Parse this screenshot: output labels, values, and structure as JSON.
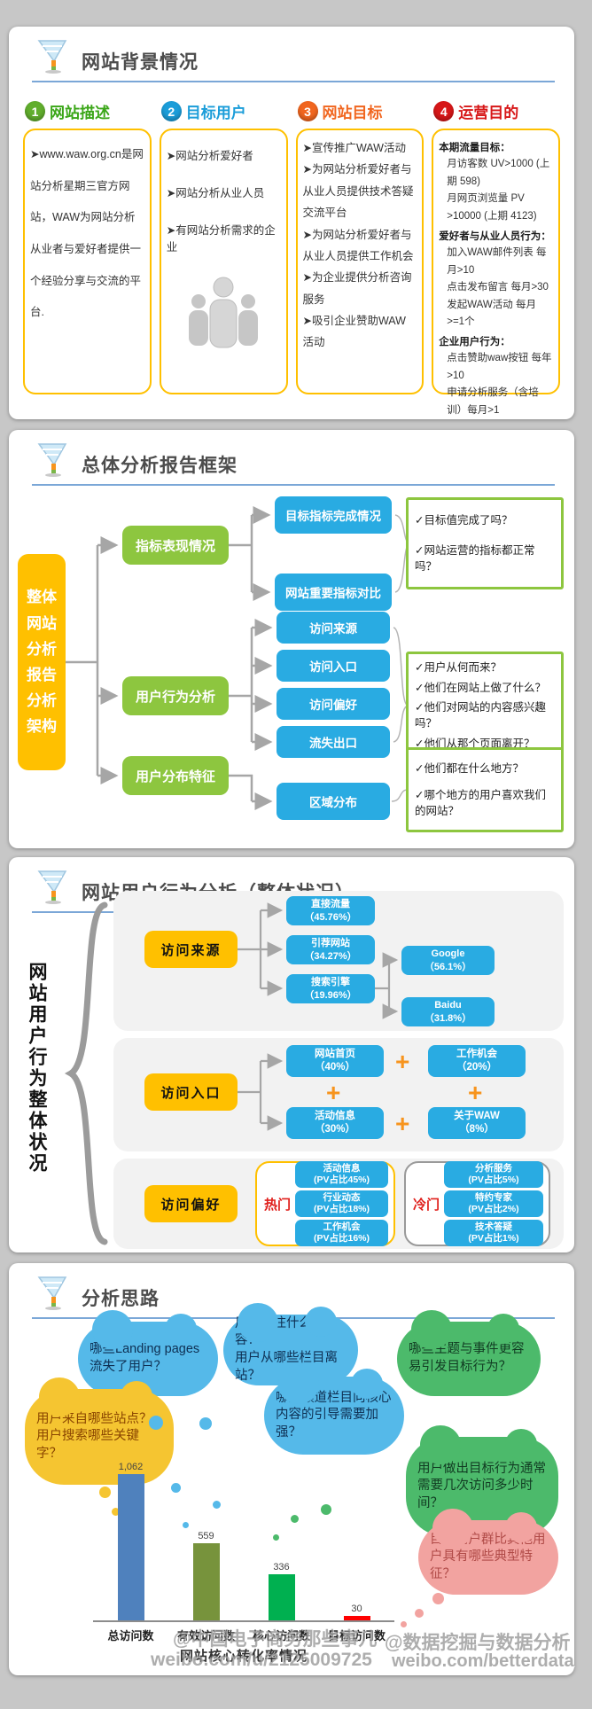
{
  "colors": {
    "accent_yellow": "#ffc000",
    "accent_green": "#8dc63f",
    "accent_blue": "#29abe2",
    "header_underline": "#7ba7d7",
    "page_bg": "#c7c7c7",
    "hot_cold_red": "#e0201c",
    "plus_orange": "#f7941d"
  },
  "s1": {
    "title": "网站背景情况",
    "columns": [
      {
        "num": "1",
        "title": "网站描述",
        "desc": "➤www.waw.org.cn是网站分析星期三官方网站，WAW为网站分析从业者与爱好者提供一个经验分享与交流的平台."
      },
      {
        "num": "2",
        "title": "目标用户",
        "items": [
          "➤网站分析爱好者",
          "➤网站分析从业人员",
          "➤有网站分析需求的企业"
        ]
      },
      {
        "num": "3",
        "title": "网站目标",
        "items": [
          "➤宣传推广WAW活动",
          "➤为网站分析爱好者与从业人员提供技术答疑交流平台",
          "➤为网站分析爱好者与从业人员提供工作机会",
          "➤为企业提供分析咨询服务",
          "➤吸引企业赞助WAW活动"
        ]
      },
      {
        "num": "4",
        "title": "运营目的",
        "groups": [
          {
            "h": "本期流量目标：",
            "lines": [
              "月访客数 UV>1000 (上期 598)",
              "月网页浏览量 PV >10000 (上期 4123)"
            ]
          },
          {
            "h": "爱好者与从业人员行为：",
            "lines": [
              "加入WAW邮件列表 每月>10",
              "点击发布留言 每月>30",
              "发起WAW活动 每月>=1个"
            ]
          },
          {
            "h": "企业用户行为：",
            "lines": [
              "点击赞助waw按钮 每年>10",
              "申请分析服务（含培训）每月>1"
            ]
          }
        ]
      }
    ]
  },
  "s2": {
    "title": "总体分析报告框架",
    "root": "整体\n网站\n分析\n报告\n分析\n架构",
    "branches": [
      {
        "label": "指标表现情况",
        "children": [
          "目标指标完成情况",
          "网站重要指标对比"
        ],
        "questions": [
          "✓目标值完成了吗？",
          "✓网站运营的指标都正常吗？"
        ]
      },
      {
        "label": "用户行为分析",
        "children": [
          "访问来源",
          "访问入口",
          "访问偏好",
          "流失出口"
        ],
        "questions": [
          "✓用户从何而来？",
          "✓他们在网站上做了什么？",
          "✓他们对网站的内容感兴趣吗？",
          "✓他们从那个页面离开？"
        ]
      },
      {
        "label": "用户分布特征",
        "children": [
          "区域分布"
        ],
        "questions": [
          "✓他们都在什么地方？",
          "✓哪个地方的用户喜欢我们的网站？"
        ]
      }
    ]
  },
  "s3": {
    "title": "网站用户行为分析（整体状况）",
    "side_label": "网站用户行为整体状况",
    "source": {
      "label": "访问来源",
      "children": [
        "直接流量\n（45.76%）",
        "引荐网站\n（34.27%）",
        "搜索引擎\n（19.96%）"
      ],
      "engines": [
        "Google\n（56.1%）",
        "Baidu\n（31.8%）"
      ]
    },
    "entry": {
      "label": "访问入口",
      "cells": [
        "网站首页\n（40%）",
        "工作机会\n（20%）",
        "活动信息\n（30%）",
        "关于WAW\n（8%）"
      ],
      "plus": "+"
    },
    "pref": {
      "label": "访问偏好",
      "hot_label": "热门",
      "hot_items": [
        "活动信息\n(PV占比45%)",
        "行业动态\n(PV占比18%)",
        "工作机会\n(PV占比16%)"
      ],
      "cold_label": "冷门",
      "cold_items": [
        "分析服务\n(PV占比5%)",
        "特约专家\n(PV占比2%)",
        "技术答疑\n(PV占比1%)"
      ]
    }
  },
  "s4": {
    "title": "分析思路",
    "bubbles": [
      {
        "text": "哪些Landing pages\n流失了用户？",
        "color": "blue"
      },
      {
        "text": "用户关注什么内容？\n用户从哪些栏目离站？",
        "color": "blue"
      },
      {
        "text": "哪些主题与事件更容易引发目标行为？",
        "color": "green"
      },
      {
        "text": "用户来自哪些站点？\n用户搜索哪些关键字？",
        "color": "yellow"
      },
      {
        "text": "哪些频道栏目向核心内容的引导需要加强？",
        "color": "blue"
      },
      {
        "text": "用户做出目标行为通常需要几次访问多少时间？",
        "color": "green"
      },
      {
        "text": "目标用户群比其他用户具有哪些典型特征？",
        "color": "pink"
      }
    ]
  },
  "chart_data": {
    "type": "bar",
    "categories": [
      "总访问数",
      "有效访问数",
      "核心访问数",
      "目标访问数"
    ],
    "values": [
      1062,
      559,
      336,
      30
    ],
    "value_labels": [
      "1,062",
      "559",
      "336",
      "30"
    ],
    "colors": [
      "#4f81bd",
      "#77933c",
      "#00b050",
      "#ff0000"
    ],
    "title": "网站核心转化率情况",
    "xlabel": "",
    "ylabel": "",
    "ylim": [
      0,
      1100
    ],
    "grid": false,
    "legend": "none"
  },
  "watermark": {
    "h1": "@中国电子商务那些事儿",
    "h2": "@数据挖掘与数据分析",
    "u1": "weibo.com/u/2125009725",
    "u2": "weibo.com/betterdata"
  }
}
